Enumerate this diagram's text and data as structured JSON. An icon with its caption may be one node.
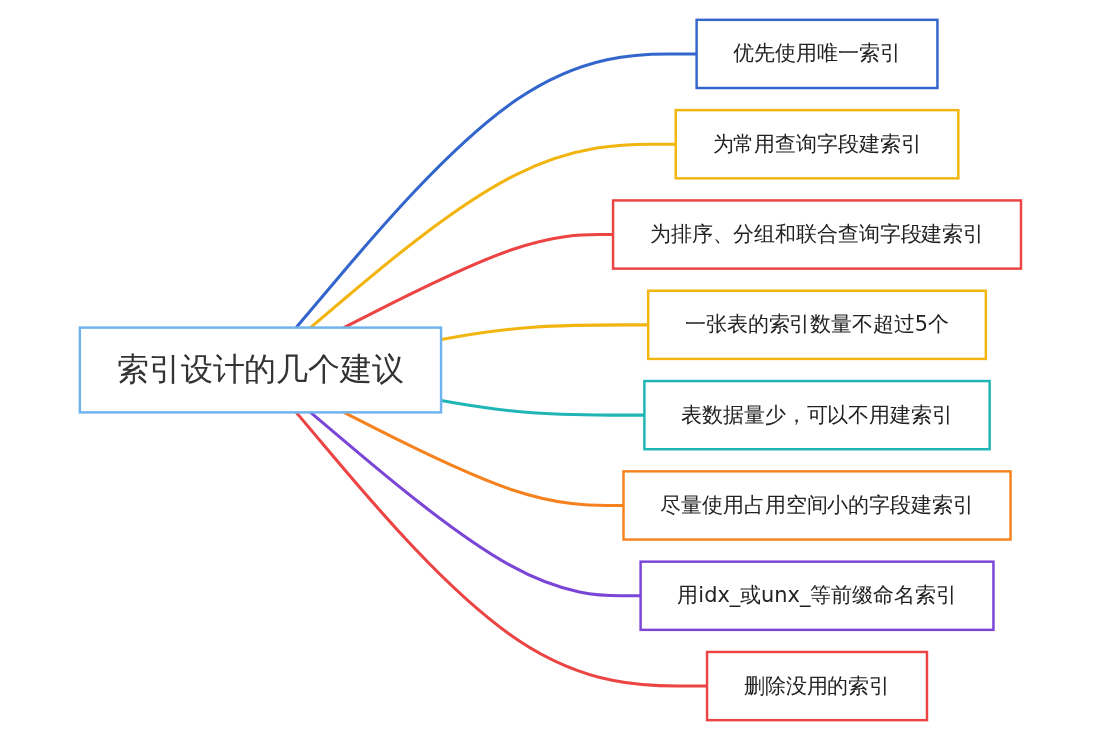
{
  "diagram": {
    "nodes": [
      {
        "text": [
          "索引设计的几个建议"
        ]
      },
      {
        "text": [
          "优先使用唯一索引"
        ]
      },
      {
        "text": [
          "为常用查询字段建索引"
        ]
      },
      {
        "text": [
          "为排序、分组和联合查询字段建索引"
        ]
      },
      {
        "text": [
          "一张表的索引数量不超过5个"
        ]
      },
      {
        "text": [
          "表数据量少，可以不用建索引"
        ]
      },
      {
        "text": [
          "尽量使用占用空间小的字段建索引"
        ]
      },
      {
        "text": [
          "用idx_或unx_等前缀命名索引"
        ]
      },
      {
        "text": [
          "删除没用的索引"
        ]
      }
    ],
    "edges": [
      {
        "from": 0,
        "to": 1,
        "arrow": "none",
        "color": "#3366cc"
      },
      {
        "from": 0,
        "to": 2,
        "arrow": "none",
        "color": "#f2b50f"
      },
      {
        "from": 0,
        "to": 3,
        "arrow": "none",
        "color": "#ec4343"
      },
      {
        "from": 0,
        "to": 4,
        "arrow": "none",
        "color": "#f2b50f"
      },
      {
        "from": 0,
        "to": 5,
        "arrow": "none",
        "color": "#1fb5b5"
      },
      {
        "from": 0,
        "to": 6,
        "arrow": "none",
        "color": "#f5821f"
      },
      {
        "from": 0,
        "to": 7,
        "arrow": "none",
        "color": "#7b45d6"
      },
      {
        "from": 0,
        "to": 8,
        "arrow": "none",
        "color": "#ec4343"
      }
    ]
  }
}
